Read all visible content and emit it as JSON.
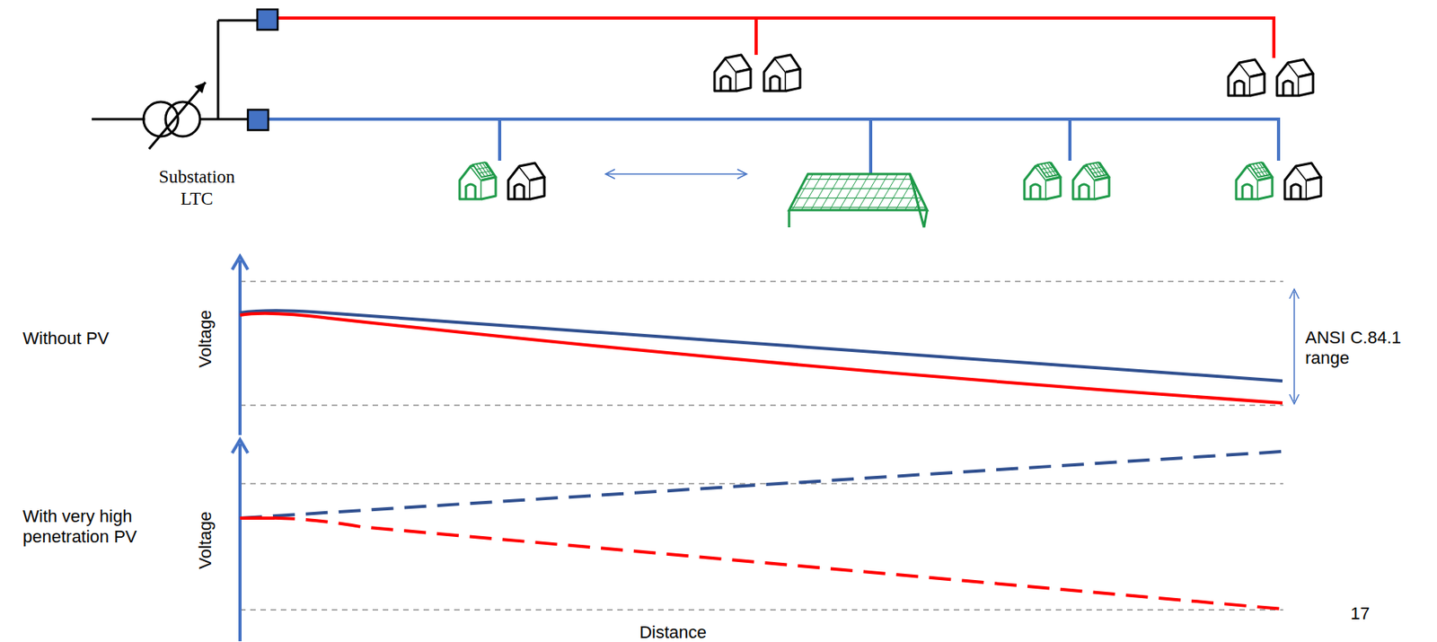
{
  "diagram": {
    "labels": [
      "Substation LTC",
      "Without PV",
      "Voltage",
      "ANSI C.84.1 range",
      "With very high penetration PV",
      "Voltage",
      "Distance",
      "17"
    ]
  }
}
